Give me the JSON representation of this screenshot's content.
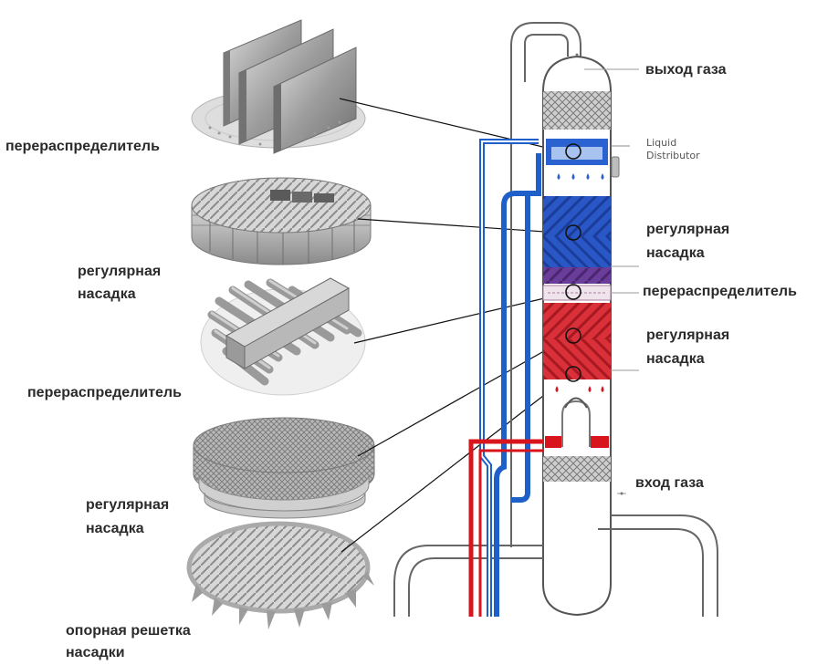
{
  "left_labels": {
    "redistributor_top": "перераспределитель",
    "packing_1_line1": "регулярная",
    "packing_1_line2": "насадка",
    "redistributor_mid": "перераспределитель",
    "packing_2_line1": "регулярная",
    "packing_2_line2": "насадка",
    "support_line1": "опорная решетка",
    "support_line2": "насадки"
  },
  "right_labels": {
    "gas_outlet": "выход газа",
    "liquid_distributor_line1": "Liquid",
    "liquid_distributor_line2": "Distributor",
    "packing_upper_line1": "регулярная",
    "packing_upper_line2": "насадка",
    "redistributor": "перераспределитель",
    "packing_lower_line1": "регулярная",
    "packing_lower_line2": "насадка",
    "gas_inlet": "вход газа"
  },
  "colors": {
    "liquid_blue": "#1f5fc9",
    "hot_red": "#d8141c",
    "column_outline": "#555555",
    "metal": "#9a9a9a"
  }
}
